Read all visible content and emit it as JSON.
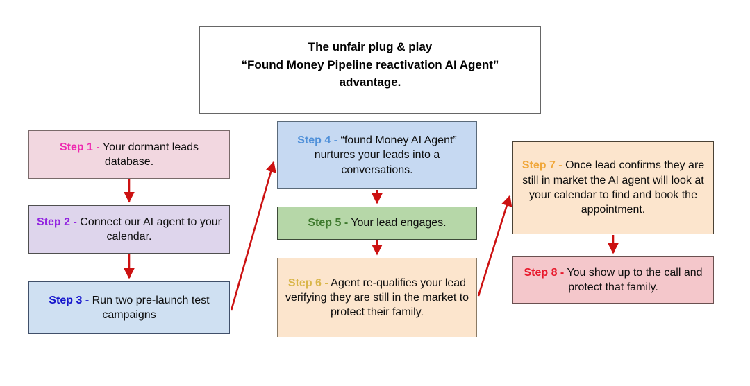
{
  "diagram": {
    "type": "flowchart",
    "background": "#ffffff",
    "arrow_color": "#cc1111",
    "title_card": {
      "lines": [
        "The unfair plug & play",
        "“Found Money Pipeline reactivation AI Agent”",
        "advantage."
      ],
      "border_color": "#666666",
      "background": "#ffffff"
    },
    "nodes": [
      {
        "id": "step-1",
        "label": "Step 1 -",
        "text": "Your dormant leads database.",
        "label_color": "#ee2ab0",
        "background": "#f2d7e0",
        "border_color": "#7a6a6a",
        "column": "left"
      },
      {
        "id": "step-2",
        "label": "Step 2 -",
        "text": "Connect our AI agent to your calendar.",
        "label_color": "#9326e0",
        "background": "#ded5ec",
        "border_color": "#4f4f4f",
        "column": "left"
      },
      {
        "id": "step-3",
        "label": "Step 3 -",
        "text": "Run two pre-launch test campaigns",
        "label_color": "#1515cc",
        "background": "#cfe0f2",
        "border_color": "#40506a",
        "column": "left"
      },
      {
        "id": "step-4",
        "label": "Step 4 -",
        "text": "“found Money AI Agent” nurtures your leads into a conversations.",
        "label_color": "#4f90d9",
        "background": "#c6d9f2",
        "border_color": "#5a6a7a",
        "column": "middle"
      },
      {
        "id": "step-5",
        "label": "Step 5 -",
        "text": "Your lead engages.",
        "label_color": "#3f7a2e",
        "background": "#b6d7a8",
        "border_color": "#3d4a38",
        "column": "middle"
      },
      {
        "id": "step-6",
        "label": "Step 6 -",
        "text": "Agent re-qualifies your lead verifying they are still in the market to protect their family.",
        "label_color": "#d9b64a",
        "background": "#fce5cd",
        "border_color": "#8a7a64",
        "column": "middle"
      },
      {
        "id": "step-7",
        "label": "Step 7 -",
        "text": "Once lead confirms they are still in market the AI agent will look at your calendar to find and book the appointment.",
        "label_color": "#f0a73a",
        "background": "#fce5cd",
        "border_color": "#4a4235",
        "column": "right"
      },
      {
        "id": "step-8",
        "label": "Step 8 -",
        "text": "You show up to the call and protect that family.",
        "label_color": "#e8192c",
        "background": "#f4c7cb",
        "border_color": "#6a5050",
        "column": "right"
      }
    ],
    "connections": [
      {
        "id": "c1",
        "from": "step-1",
        "to": "step-2",
        "kind": "vertical"
      },
      {
        "id": "c2",
        "from": "step-2",
        "to": "step-3",
        "kind": "vertical"
      },
      {
        "id": "c3",
        "from": "step-3",
        "to": "step-4",
        "kind": "diagonal"
      },
      {
        "id": "c4",
        "from": "step-4",
        "to": "step-5",
        "kind": "vertical"
      },
      {
        "id": "c5",
        "from": "step-5",
        "to": "step-6",
        "kind": "vertical"
      },
      {
        "id": "c6",
        "from": "step-6",
        "to": "step-7",
        "kind": "diagonal"
      },
      {
        "id": "c7",
        "from": "step-7",
        "to": "step-8",
        "kind": "vertical"
      }
    ]
  }
}
